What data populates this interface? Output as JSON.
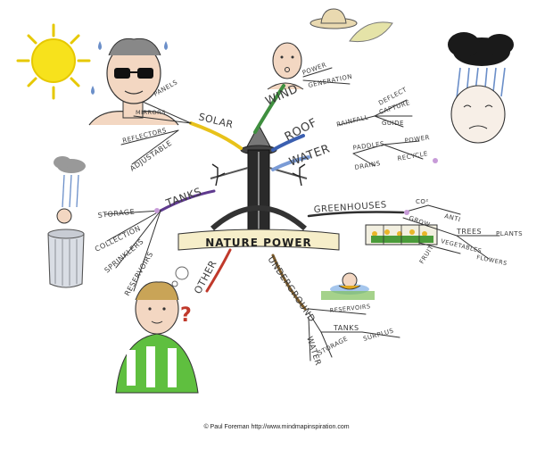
{
  "center": {
    "title": "NATURE POWER"
  },
  "branches": {
    "solar": {
      "label": "SOLAR",
      "subs": [
        "PANELS",
        "MIRRORS",
        "REFLECTORS",
        "ADJUSTABLE"
      ]
    },
    "wind": {
      "label": "WIND",
      "subs": [
        "POWER",
        "GENERATION"
      ]
    },
    "roof": {
      "label": "ROOF",
      "subs": [
        "RAINFALL",
        "DEFLECT",
        "CAPTURE",
        "GUIDE"
      ]
    },
    "water": {
      "label": "WATER",
      "subs": [
        "PADDLES",
        "POWER",
        "RECYCLE",
        "DRAINS"
      ]
    },
    "tanks": {
      "label": "TANKS",
      "subs": [
        "STORAGE",
        "COLLECTION",
        "SPRINKLERS",
        "RESERVOIRS"
      ]
    },
    "greenhouses": {
      "label": "GREENHOUSES",
      "subs": [
        "CO²",
        "ANTI",
        "GROW",
        "TREES",
        "PLANTS",
        "VEGETABLES",
        "FLOWERS",
        "FRUIT"
      ]
    },
    "other": {
      "label": "OTHER",
      "subs": [
        "?"
      ]
    },
    "underground": {
      "label": "UNDERGROUND",
      "subs": [
        "RESERVOIRS",
        "TANKS",
        "SURPLUS",
        "STORAGE",
        "WATER"
      ]
    }
  },
  "credit": "© Paul Foreman http://www.mindmapinspiration.com",
  "colors": {
    "sun": "#f7e21c",
    "solar_branch": "#e8c21a",
    "wind_branch": "#3f8f3f",
    "roof_branch": "#3b5fb0",
    "water_branch": "#7a9bd6",
    "tanks_branch": "#5f3a8f",
    "greenhouse_branch": "#2f2f2f",
    "other_branch": "#c0392b",
    "underground_branch": "#7a5a2a",
    "shirt": "#5fbf3f",
    "cloud": "#1a1a1a",
    "rain": "#6b8fc9"
  },
  "icons": [
    "sun-icon",
    "sunglasses-man-icon",
    "hat-icon",
    "leaf-icon",
    "bald-man-icon",
    "storm-cloud-icon",
    "crying-face-icon",
    "shower-person-icon",
    "thinking-man-icon",
    "swimmer-icon",
    "greenhouse-icon",
    "tower-icon"
  ]
}
